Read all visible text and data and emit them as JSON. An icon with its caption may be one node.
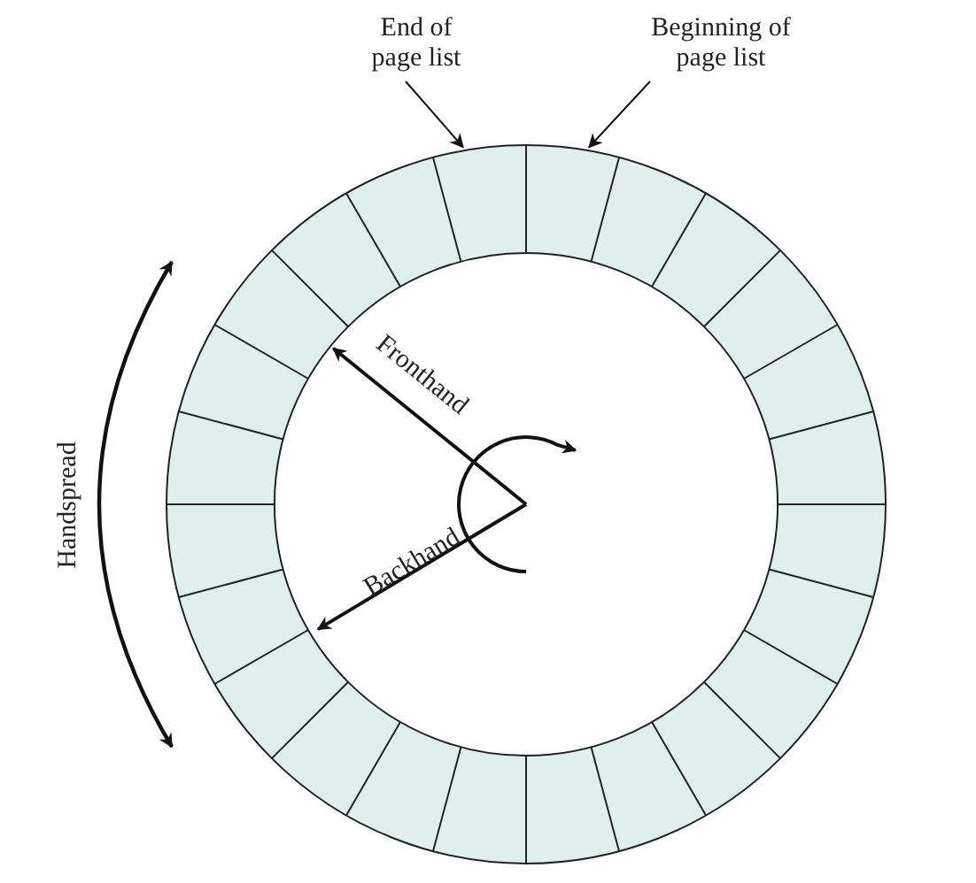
{
  "diagram": {
    "nodes": [
      {
        "text": [
          "End of page list"
        ]
      },
      {
        "text": [
          "Beginning of page list"
        ]
      },
      {
        "text": [],
        "shape": "circle"
      }
    ],
    "edges": [
      {
        "from": 0,
        "to": 2,
        "arrow": "to"
      },
      {
        "from": 1,
        "to": 2,
        "arrow": "to"
      }
    ],
    "labels": [
      "Fronthand",
      "Backhand",
      "Handspread"
    ]
  }
}
